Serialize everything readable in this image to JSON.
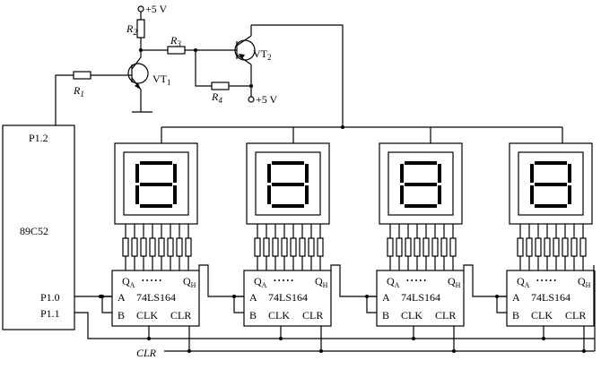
{
  "mcu": {
    "name": "89C52",
    "pin_p12": "P1.2",
    "pin_p10": "P1.0",
    "pin_p11": "P1.1"
  },
  "driver": {
    "vcc": "+5 V",
    "r1": "R",
    "r1_sub": "1",
    "r2": "R",
    "r2_sub": "2",
    "r3": "R",
    "r3_sub": "3",
    "r4": "R",
    "r4_sub": "4",
    "vt1": "VT",
    "vt1_sub": "1",
    "vt2": "VT",
    "vt2_sub": "2"
  },
  "shift_register": {
    "part": "74LS164",
    "pin_a": "A",
    "pin_b": "B",
    "pin_clk": "CLK",
    "pin_clr": "CLR",
    "q": "Q",
    "qa_sub": "A",
    "qh_sub": "H",
    "dots": "• • • • •",
    "count": 4
  },
  "clr_label": "CLR"
}
